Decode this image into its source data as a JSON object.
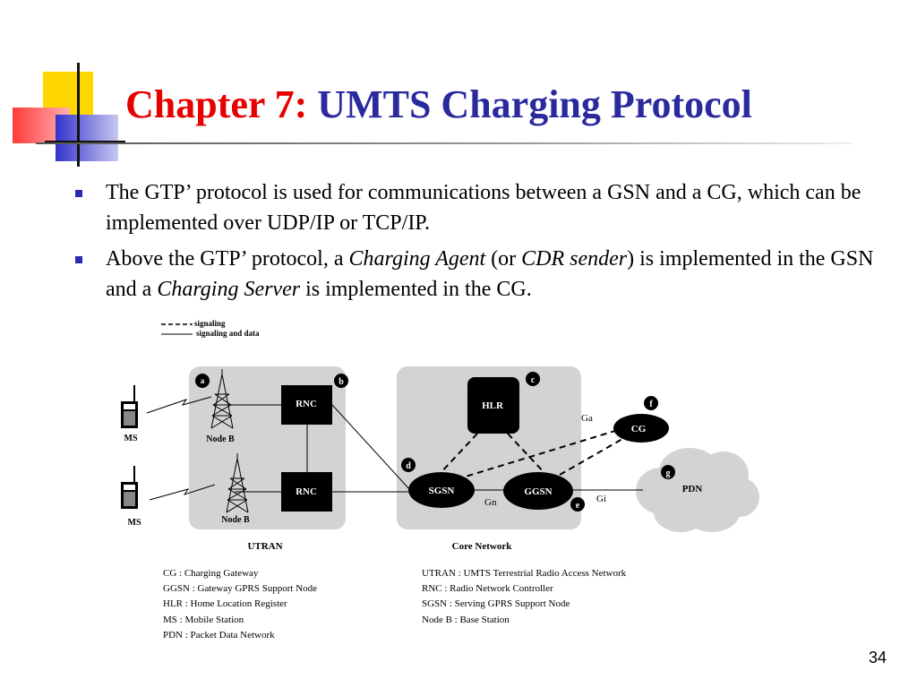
{
  "title": {
    "chapter": "Chapter 7:",
    "main": "UMTS Charging Protocol"
  },
  "bullets": [
    {
      "parts": [
        {
          "text": "The GTP’ protocol is used for communications between a GSN and a CG, which can be implemented over UDP/IP or TCP/IP.",
          "italic": false
        }
      ]
    },
    {
      "parts": [
        {
          "text": "Above the GTP’ protocol, a ",
          "italic": false
        },
        {
          "text": "Charging Agent",
          "italic": true
        },
        {
          "text": " (or ",
          "italic": false
        },
        {
          "text": "CDR sender",
          "italic": true
        },
        {
          "text": ") is implemented in the GSN and a ",
          "italic": false
        },
        {
          "text": "Charging Server",
          "italic": true
        },
        {
          "text": " is implemented in the CG.",
          "italic": false
        }
      ]
    }
  ],
  "diagram": {
    "legend": {
      "signaling": "signaling",
      "signaling_and_data": "signaling and data"
    },
    "nodes": {
      "rnc_top": "RNC",
      "rnc_bottom": "RNC",
      "hlr": "HLR",
      "cg": "CG",
      "sgsn": "SGSN",
      "ggsn": "GGSN",
      "pdn": "PDN",
      "node_b_top": "Node B",
      "node_b_bottom": "Node B",
      "ms_top": "MS",
      "ms_bottom": "MS"
    },
    "links": {
      "ga": "Ga",
      "gn": "Gn",
      "gi": "Gi"
    },
    "markers": {
      "a": "a",
      "b": "b",
      "c": "c",
      "d": "d",
      "e": "e",
      "f": "f",
      "g": "g"
    },
    "regions": {
      "utran": "UTRAN",
      "core": "Core Network"
    }
  },
  "definitions": {
    "left": [
      "CG : Charging Gateway",
      "GGSN :  Gateway GPRS Support Node",
      "HLR : Home Location Register",
      "MS : Mobile Station",
      "PDN : Packet Data Network"
    ],
    "right": [
      "UTRAN  : UMTS Terrestrial Radio Access Network",
      "RNC : Radio Network Controller",
      "SGSN : Serving GPRS Support Node",
      "Node B  : Base Station"
    ]
  },
  "page_number": "34",
  "colors": {
    "chapter": "#e60000",
    "title_main": "#2a2a9e",
    "bullet": "#2a2ab0",
    "region_fill": "#d3d3d3"
  }
}
